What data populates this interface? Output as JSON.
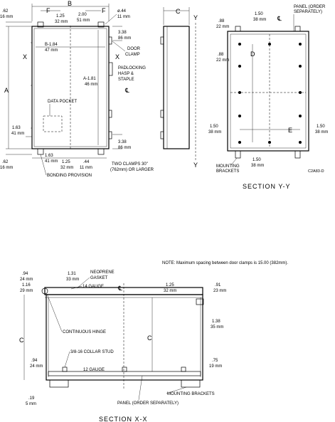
{
  "labels": {
    "F_left": "F",
    "B_top": "B",
    "F_right": "F",
    "C_side": "C",
    "Y_top": "Y",
    "Y_bottom": "Y",
    "dim_62_top": ".62",
    "dim_16mm_top": "16 mm",
    "dim_125_top": "1.25",
    "dim_32mm_top": "32 mm",
    "dim_200": "2.00",
    "dim_51mm": "51 mm",
    "dim_044": "ø.44",
    "dim_11mm_top": "11 mm",
    "dim_338_top": "3.38",
    "dim_86mm_top": "86 mm",
    "door_clamp": "DOOR",
    "door_clamp2": "CLAMP",
    "dim_b184": "B-1.84",
    "dim_47mm": "47 mm",
    "X_left": "X",
    "X_right": "X",
    "padlocking": "PADLOCKING",
    "hasp": "HASP &",
    "staple": "STAPLE",
    "dim_a181": "A-1.81",
    "dim_46mm": "46 mm",
    "A_left": "A",
    "centerline": "℄",
    "data_pocket": "DATA POCKET",
    "dim_163_left": "1.63",
    "dim_41mm_left": "41 mm",
    "dim_338_bot": "3.38",
    "dim_86mm_bot": "86 mm",
    "dim_62_bot": ".62",
    "dim_16mm_bot": "16 mm",
    "dim_163_bot": "1.63",
    "dim_41mm_bot": "41 mm",
    "dim_125_bot": "1.25",
    "dim_32mm_bot": "32 mm",
    "dim_044_bot": ".44",
    "dim_11mm_bot": "11 mm",
    "two_clamps": "TWO CLAMPS 30\"",
    "two_clamps2": "(762mm) OR LARGER",
    "bonding": "BONDING PROVISION",
    "panel_order": "PANEL (ORDER",
    "separately": "SEPARATELY)",
    "dim_88_a": ".88",
    "dim_22mm_a": "22 mm",
    "dim_150_a": "1.50",
    "dim_38mm_a": "38 mm",
    "dim_88_b": ".88",
    "dim_22mm_b": "22 mm",
    "D_label": "D",
    "E_label": "E",
    "dim_150_b": "1.50",
    "dim_38mm_b": "38 mm",
    "dim_150_c": "1.50",
    "dim_38mm_c": "38 mm",
    "dim_150_d": "1.50",
    "dim_38mm_d": "38 mm",
    "mounting_brackets_a": "MOUNTING",
    "mounting_brackets_b": "BRACKETS",
    "code": "C2A83-D",
    "section_yy": "SECTION  Y-Y",
    "note": "NOTE:  Maximum spacing between door clamps is 15.00 (382mm).",
    "dim_94_top": ".94",
    "dim_24mm_top": "24 mm",
    "dim_116": "1.16",
    "dim_29mm": "29 mm",
    "dim_131": "1.31",
    "dim_33mm": "33 mm",
    "neoprene": "NEOPRENE",
    "gasket": "GASKET",
    "gauge14": "14 GAUGE",
    "dim_125_x": "1.25",
    "dim_32mm_x": "32 mm",
    "dim_91": ".91",
    "dim_23mm": "23 mm",
    "C_left_x": "C",
    "C_center_x": "C",
    "dim_138": "1.38",
    "dim_35mm": "35 mm",
    "continuous_hinge": "CONTINUOUS HINGE",
    "collar_stud": "3/8-16 COLLAR STUD",
    "dim_94_bot": ".94",
    "dim_24mm_bot": "24 mm",
    "gauge12": "12 GAUGE",
    "dim_75": ".75",
    "dim_19mm": "19 mm",
    "dim_19": ".19",
    "dim_5mm": "5 mm",
    "mounting_brackets_x": "MOUNTING BRACKETS",
    "panel_order_x": "PANEL (ORDER SEPARATELY)",
    "section_xx": "SECTION  X-X"
  }
}
